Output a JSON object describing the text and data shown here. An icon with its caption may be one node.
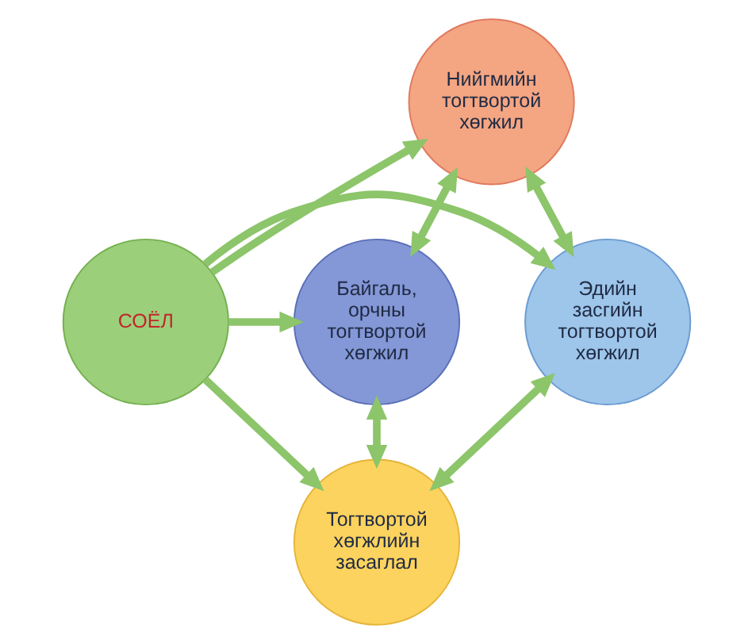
{
  "diagram": {
    "nodes": [
      {
        "text": [
          "Нийгмийн тогтвортой хөгжил"
        ]
      },
      {
        "text": [
          "Эдийн засгийн тогтвортой хөгжил"
        ]
      },
      {
        "text": [
          "СОЁЛ"
        ]
      },
      {
        "text": [
          "Байгаль, орчны тогтвортой хөгжил"
        ]
      },
      {
        "text": [
          "Тогтвортой хөгжлийн засаглал"
        ]
      }
    ],
    "edges": [
      {
        "from": 2,
        "to": 0,
        "arrow": "to"
      },
      {
        "from": 2,
        "to": 1,
        "arrow": "to"
      },
      {
        "from": 2,
        "to": 3,
        "arrow": "to"
      },
      {
        "from": 2,
        "to": 4,
        "arrow": "to"
      },
      {
        "from": 0,
        "to": 1,
        "arrow": "both"
      },
      {
        "from": 0,
        "to": 3,
        "arrow": "both"
      },
      {
        "from": 1,
        "to": 4,
        "arrow": "both"
      },
      {
        "from": 3,
        "to": 4,
        "arrow": "both"
      }
    ]
  }
}
